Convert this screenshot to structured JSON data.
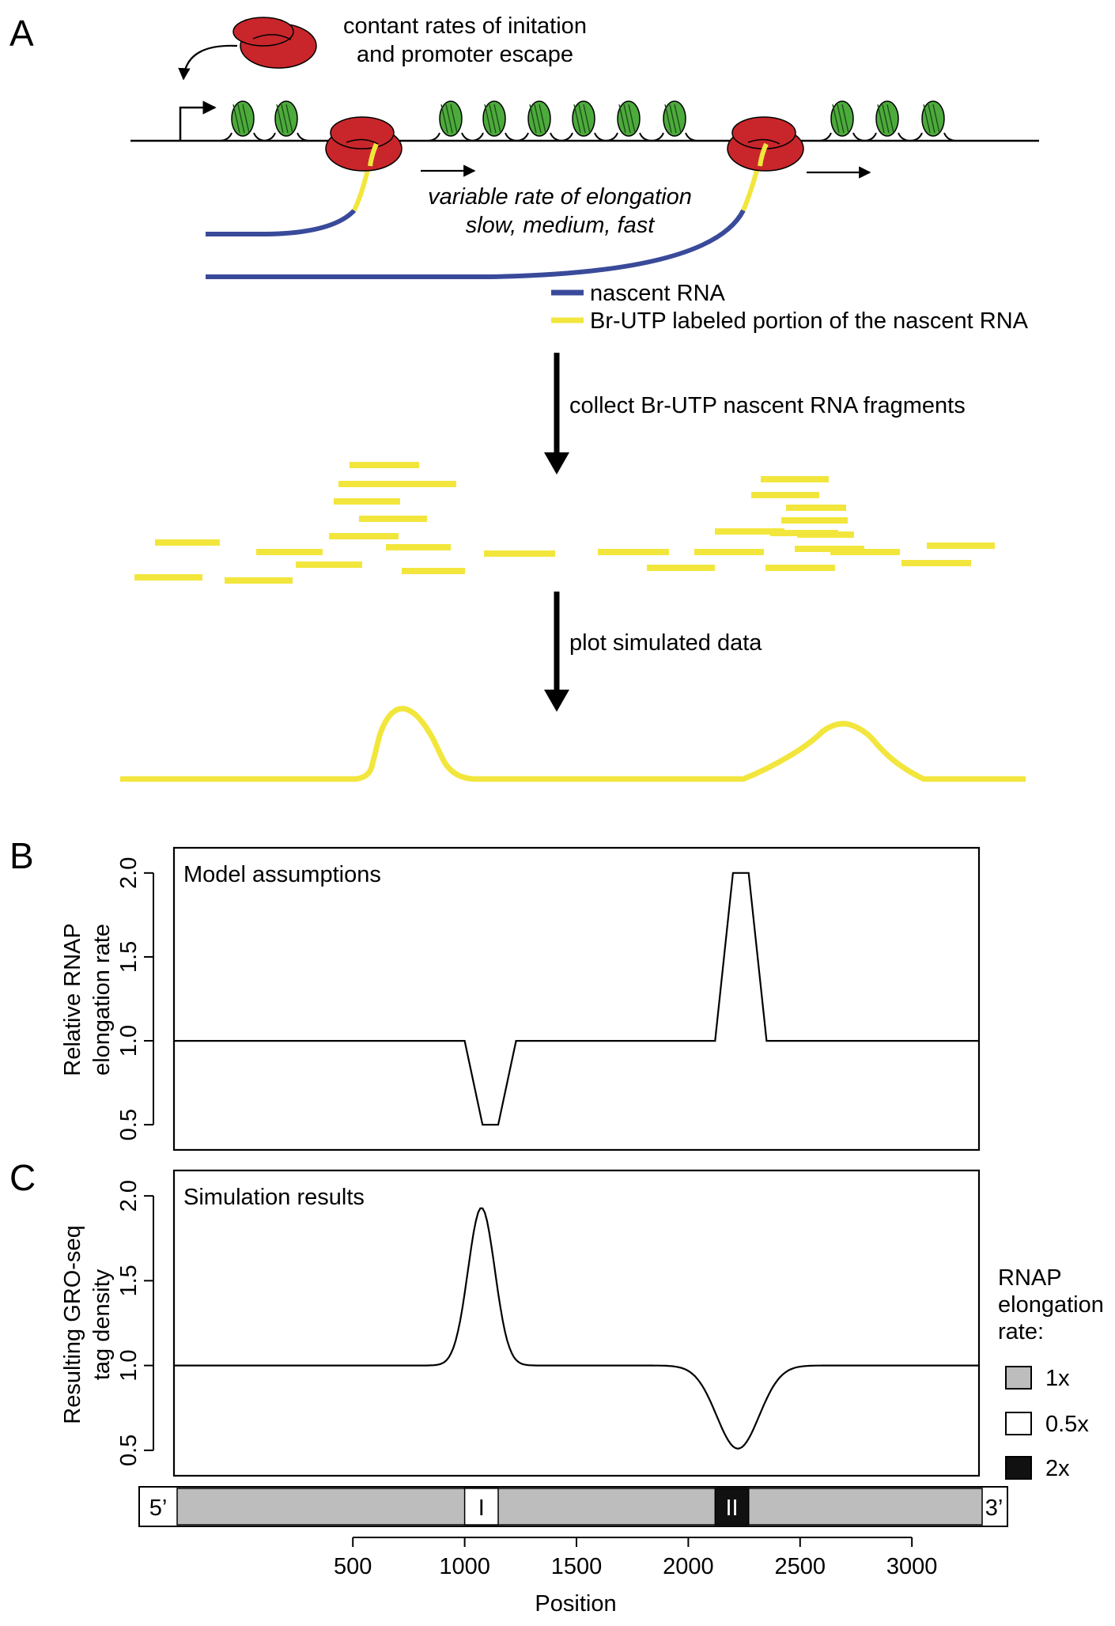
{
  "panel_a": {
    "label": "A",
    "initiation_note_line1": "contant rates of initation",
    "initiation_note_line2": "and promoter escape",
    "elongation_note_line1": "variable rate of elongation",
    "elongation_note_line2": "slow, medium, fast",
    "legend": [
      {
        "label": "nascent RNA",
        "color": "#3a4a9a"
      },
      {
        "label": "Br-UTP labeled portion of the nascent RNA",
        "color": "#f2e63d"
      }
    ],
    "step1": "collect Br-UTP nascent RNA fragments",
    "step2": "plot simulated data",
    "colors": {
      "polymerase": "#c8262b",
      "nucleosome": "#4daa3c",
      "label": "#f2e63d",
      "rna": "#3a4a9a"
    }
  },
  "chart_data": [
    {
      "type": "line",
      "panel_label": "B",
      "title": "Model assumptions",
      "ylabel_line1": "Relative RNAP",
      "ylabel_line2": "elongation rate",
      "yticks": [
        "0.5",
        "1.0",
        "1.5",
        "2.0"
      ],
      "ylim": [
        0.35,
        2.15
      ],
      "xlim": [
        -300,
        3300
      ],
      "points": [
        [
          -300,
          1.0
        ],
        [
          1000,
          1.0
        ],
        [
          1080,
          0.5
        ],
        [
          1150,
          0.5
        ],
        [
          1230,
          1.0
        ],
        [
          2120,
          1.0
        ],
        [
          2200,
          2.0
        ],
        [
          2270,
          2.0
        ],
        [
          2350,
          1.0
        ],
        [
          3300,
          1.0
        ]
      ]
    },
    {
      "type": "line",
      "panel_label": "C",
      "title": "Simulation results",
      "ylabel_line1": "Resulting GRO-seq",
      "ylabel_line2": "tag density",
      "yticks": [
        "0.5",
        "1.0",
        "1.5",
        "2.0"
      ],
      "ylim": [
        0.35,
        2.15
      ],
      "xlim": [
        -300,
        3300
      ],
      "bumps": [
        {
          "center": 1075,
          "height": 0.93,
          "width": 60
        },
        {
          "center": 2222,
          "height": -0.49,
          "width": 95
        }
      ],
      "baseline": 1.0,
      "xlabel": "Position",
      "xticks": [
        "500",
        "1000",
        "1500",
        "2000",
        "2500",
        "3000"
      ],
      "xtick_values": [
        500,
        1000,
        1500,
        2000,
        2500,
        3000
      ],
      "gene_bar": {
        "five_prime": "5’",
        "three_prime": "3’",
        "region_I": "I",
        "region_II": "II"
      },
      "legend": {
        "title_line1": "RNAP",
        "title_line2": "elongation",
        "title_line3": "rate:",
        "items": [
          {
            "label": "1x",
            "color": "#bdbdbd"
          },
          {
            "label": "0.5x",
            "color": "#ffffff"
          },
          {
            "label": "2x",
            "color": "#111111"
          }
        ]
      }
    }
  ]
}
